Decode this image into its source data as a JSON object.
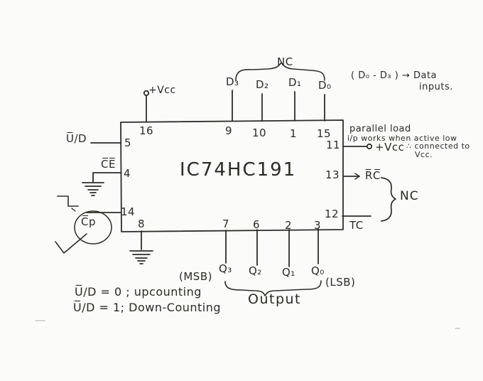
{
  "ic": {
    "label": "IC74HC191"
  },
  "pins": {
    "p16": "16",
    "p9": "9",
    "p10": "10",
    "p1": "1",
    "p15": "15",
    "p5": "5",
    "p4": "4",
    "p14": "14",
    "p8": "8",
    "p11": "11",
    "p13": "13",
    "p12": "12",
    "p7": "7",
    "p6": "6",
    "p2": "2",
    "p3": "3"
  },
  "signals": {
    "vcc_top": "+Vcc",
    "nc_top": "NC",
    "d3": "D₃",
    "d2": "D₂",
    "d1": "D₁",
    "d0": "D₀",
    "ud": "U̅/D",
    "ce": "C̅E̅",
    "cp": "C̅p",
    "vcc_right": "+Vcc",
    "rc": "R̅C̅",
    "tc": "TC",
    "nc_right": "NC",
    "q3": "Q₃",
    "q2": "Q₂",
    "q1": "Q₁",
    "q0": "Q₀",
    "msb": "(MSB)",
    "lsb": "(LSB)",
    "output": "Output"
  },
  "notes": {
    "data_inputs_line1": "( D₀ - D₃ ) → Data",
    "data_inputs_line2": "inputs.",
    "parallel_line1": "parallel load",
    "parallel_line2": "i/p works when active low",
    "parallel_line3": "∴ connected to",
    "parallel_line4": "Vcc.",
    "mode_line1": "U̅/D = 0 ;  upcounting",
    "mode_line2": "U̅/D = 1;  Down-Counting"
  },
  "colors": {
    "ink": "#2e2d28",
    "paper": "#fbfbf9"
  }
}
